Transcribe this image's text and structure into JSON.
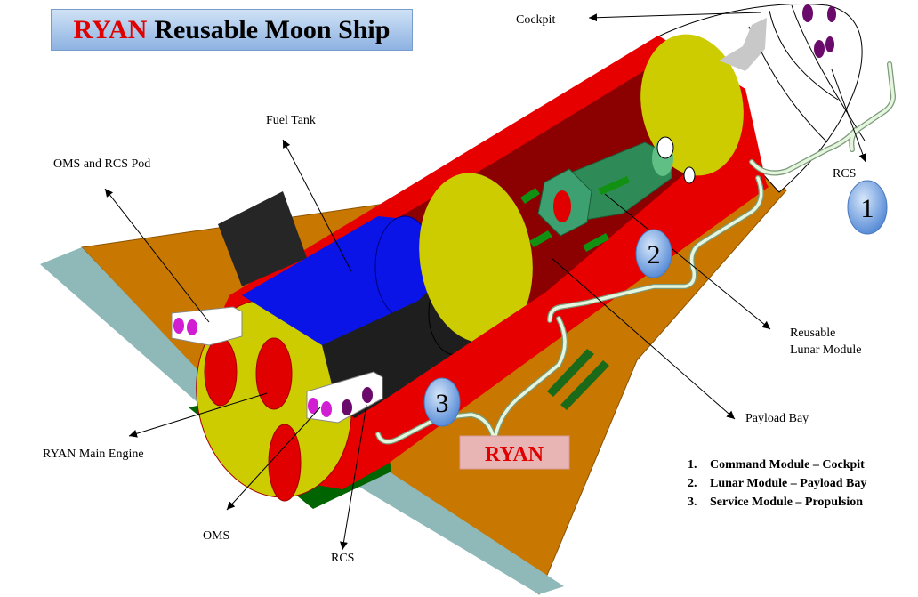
{
  "title": {
    "highlight": "RYAN",
    "rest": "Reusable Moon Ship"
  },
  "labels": {
    "cockpit": "Cockpit",
    "fuel_tank": "Fuel Tank",
    "oms_rcs_pod": "OMS and RCS Pod",
    "rcs_nose": "RCS",
    "lunar_module": [
      "Reusable",
      "Lunar Module"
    ],
    "payload_bay": "Payload Bay",
    "main_engine": "RYAN Main Engine",
    "oms": "OMS",
    "rcs_pod": "RCS"
  },
  "markers": [
    "1",
    "2",
    "3"
  ],
  "badge": "RYAN",
  "legend": [
    {
      "num": "1.",
      "text": "Command Module – Cockpit"
    },
    {
      "num": "2.",
      "text": "Lunar Module – Payload Bay"
    },
    {
      "num": "3.",
      "text": "Service Module – Propulsion"
    }
  ],
  "colors": {
    "hull": "#E60000",
    "interior": "#8B0000",
    "wing": "#C87800",
    "wing_edge": "#8FB8B8",
    "base": "#006400",
    "bulkhead": "#CCCC00",
    "fuel_tank": "#0A14E6",
    "dark_tank": "#1E1E1E",
    "lunar_module": "#2E8B57",
    "engine": "#E00000",
    "thruster_magenta": "#D21ED2",
    "thruster_purple": "#6A0A6A"
  }
}
